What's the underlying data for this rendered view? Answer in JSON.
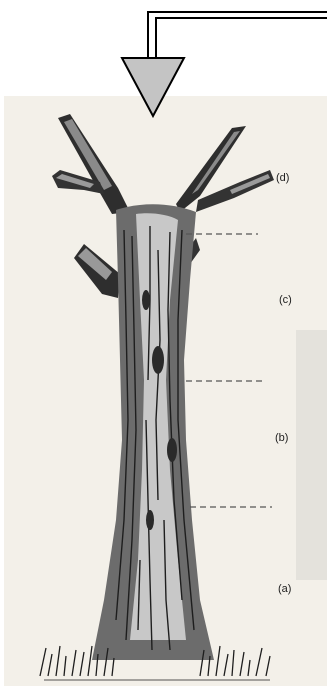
{
  "diagram": {
    "labels": {
      "d": "(d)",
      "c": "(c)",
      "b": "(b)",
      "a": "(a)"
    },
    "colors": {
      "paper": "#f3f0e9",
      "ink": "#1e1e1e",
      "trunk_shadow": "#4a4a4a",
      "arrow_fill": "#c4c4c4",
      "arrow_line": "#000000",
      "dashes": "#555555"
    },
    "icons": {
      "arrow": "down-arrow-icon",
      "tree": "tree-trunk-icon"
    }
  }
}
